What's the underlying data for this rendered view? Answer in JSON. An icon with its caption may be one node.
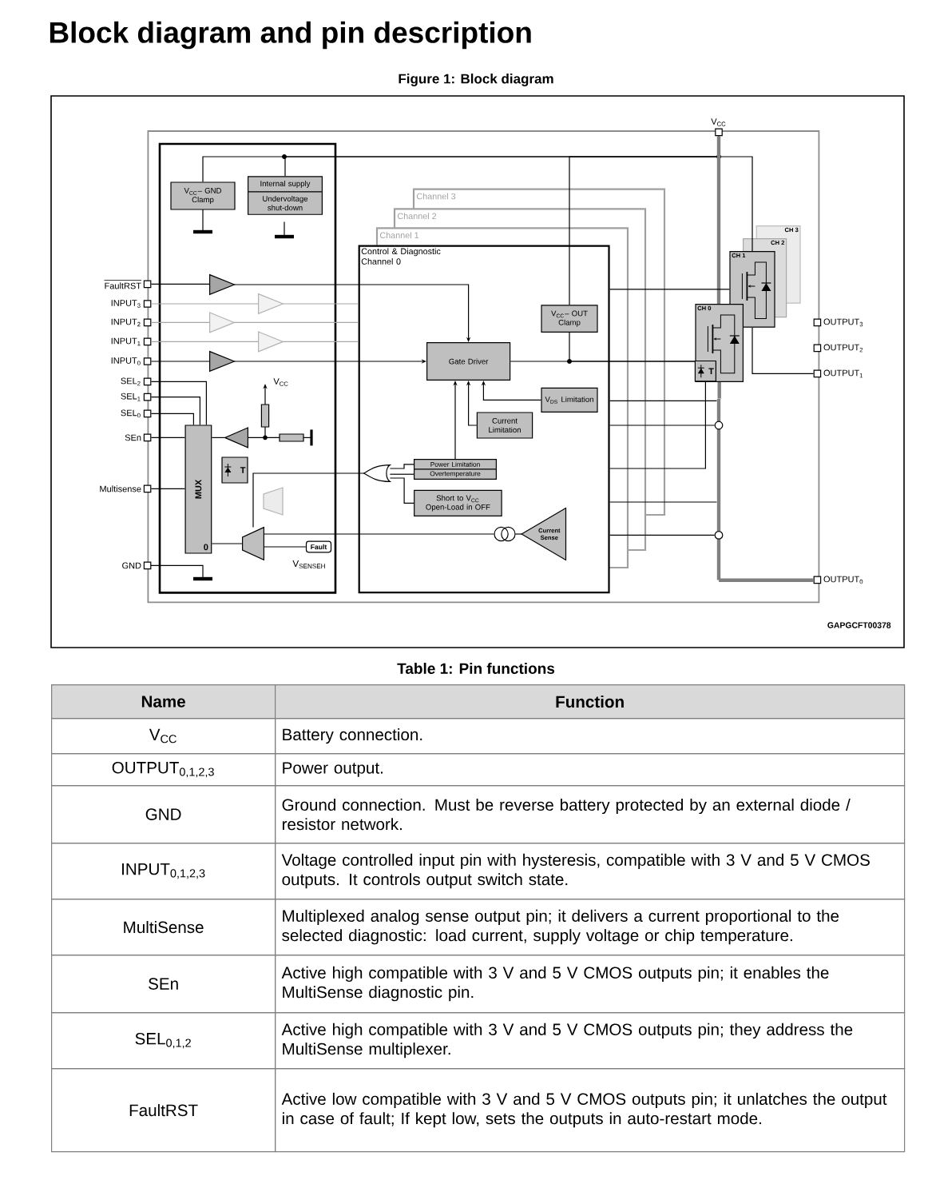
{
  "diagram": {
    "title": "Block diagram and pin description",
    "nodes": [
      {
        "text": [
          "V$_{CC}$– GND Clamp"
        ]
      },
      {
        "text": [
          "Internal supply",
          "Undervoltage shut-down"
        ]
      },
      {
        "text": [
          "Control & Diagnostic Channel 0"
        ]
      },
      {
        "text": [
          "Gate Driver"
        ],
        "in": 2
      },
      {
        "text": [
          "V$_{CC}$– OUT Clamp"
        ],
        "in": 2
      },
      {
        "text": [
          "V$_{DS}$ Limitation"
        ],
        "in": 2
      },
      {
        "text": [
          "Current Limitation"
        ],
        "in": 2
      },
      {
        "text": [
          "Power Limitation"
        ],
        "in": 2
      },
      {
        "text": [
          "Overtemperature"
        ],
        "in": 2
      },
      {
        "text": [
          "Short to V$_{CC}$ Open-Load in OFF"
        ],
        "in": 2
      },
      {
        "text": [
          "Current Sense"
        ],
        "in": 2
      },
      {
        "text": [
          "MUX",
          "0"
        ]
      },
      {
        "text": [
          "CH 3"
        ]
      },
      {
        "text": [
          "CH 2"
        ]
      },
      {
        "text": [
          "CH 1"
        ]
      },
      {
        "text": [
          "CH 0"
        ]
      },
      {
        "text": [
          "T"
        ]
      },
      {
        "text": [
          "T"
        ],
        "in": 15
      },
      {
        "text": [
          "Fault"
        ]
      },
      {
        "text": [
          "FaultRST"
        ]
      },
      {
        "text": [
          "INPUT$_{3}$"
        ]
      },
      {
        "text": [
          "INPUT$_{2}$"
        ]
      },
      {
        "text": [
          "INPUT$_{1}$"
        ]
      },
      {
        "text": [
          "INPUT$_{0}$"
        ]
      },
      {
        "text": [
          "SEL$_{2}$"
        ]
      },
      {
        "text": [
          "SEL$_{1}$"
        ]
      },
      {
        "text": [
          "SEL$_{0}$"
        ]
      },
      {
        "text": [
          "SEn"
        ]
      },
      {
        "text": [
          "Multisense"
        ]
      },
      {
        "text": [
          "GND"
        ]
      },
      {
        "text": [
          "V$_{CC}$"
        ]
      },
      {
        "text": [
          "OUTPUT$_{3}$"
        ]
      },
      {
        "text": [
          "OUTPUT$_{2}$"
        ]
      },
      {
        "text": [
          "OUTPUT$_{1}$"
        ]
      },
      {
        "text": [
          "OUTPUT$_{0}$"
        ]
      },
      {
        "text": [],
        "shape": "triangle"
      },
      {
        "text": [],
        "shape": "triangle"
      },
      {
        "text": [],
        "shape": "triangle"
      },
      {
        "text": [],
        "shape": "triangle"
      },
      {
        "text": [],
        "shape": "triangle"
      },
      {
        "text": [],
        "shape": "triangle"
      },
      {
        "text": [],
        "shape": "trapezoid"
      },
      {
        "text": [],
        "shape": "gate",
        "in": 2
      },
      {
        "text": [],
        "shape": "circle",
        "in": 2
      },
      {
        "text": [],
        "shape": "bar"
      },
      {
        "text": [],
        "shape": "circle"
      },
      {
        "text": [],
        "shape": "circle"
      }
    ],
    "edges": [
      {
        "from": 19,
        "to": 35,
        "arrow": "none"
      },
      {
        "from": 35,
        "to": 3,
        "arrow": "to"
      },
      {
        "from": 20,
        "to": 36,
        "arrow": "none",
        "color": "#a6a6a6"
      },
      {
        "from": 21,
        "to": 37,
        "arrow": "none",
        "color": "#a6a6a6"
      },
      {
        "from": 22,
        "to": 38,
        "arrow": "none",
        "color": "#a6a6a6"
      },
      {
        "from": 36,
        "to": 2,
        "arrow": "none",
        "color": "#a6a6a6"
      },
      {
        "from": 37,
        "to": 2,
        "arrow": "none",
        "color": "#a6a6a6"
      },
      {
        "from": 38,
        "to": 2,
        "arrow": "none",
        "color": "#a6a6a6"
      },
      {
        "from": 23,
        "to": 39,
        "arrow": "none"
      },
      {
        "from": 39,
        "to": 3,
        "arrow": "to"
      },
      {
        "from": 24,
        "to": 11,
        "arrow": "none"
      },
      {
        "from": 25,
        "to": 11,
        "arrow": "none"
      },
      {
        "from": 26,
        "to": 11,
        "arrow": "none"
      },
      {
        "from": 27,
        "to": 11,
        "arrow": "none"
      },
      {
        "from": 40,
        "to": 11,
        "arrow": "none"
      },
      {
        "from": 28,
        "to": 11,
        "arrow": "none"
      },
      {
        "from": 30,
        "to": 1,
        "arrow": "none"
      },
      {
        "from": 30,
        "to": 0,
        "arrow": "none"
      },
      {
        "from": 30,
        "to": 4,
        "arrow": "none"
      },
      {
        "from": 30,
        "to": 14,
        "arrow": "none"
      },
      {
        "from": 30,
        "to": 15,
        "arrow": "none",
        "style": "thick",
        "color": "#808080"
      },
      {
        "from": 3,
        "to": 15,
        "arrow": "none"
      },
      {
        "from": 4,
        "to": 15,
        "arrow": "none"
      },
      {
        "from": 5,
        "to": 3,
        "arrow": "to"
      },
      {
        "from": 6,
        "to": 3,
        "arrow": "to"
      },
      {
        "from": 7,
        "to": 3,
        "arrow": "to"
      },
      {
        "from": 7,
        "to": 42,
        "arrow": "none"
      },
      {
        "from": 8,
        "to": 42,
        "arrow": "none"
      },
      {
        "from": 9,
        "to": 42,
        "arrow": "none"
      },
      {
        "from": 42,
        "to": 41,
        "arrow": "none"
      },
      {
        "from": 10,
        "to": 43,
        "arrow": "none"
      },
      {
        "from": 43,
        "to": 41,
        "arrow": "none"
      },
      {
        "from": 41,
        "to": 11,
        "arrow": "none"
      },
      {
        "from": 18,
        "to": 41,
        "arrow": "none"
      },
      {
        "from": 2,
        "to": 14,
        "arrow": "none"
      },
      {
        "from": 14,
        "to": 33,
        "arrow": "none"
      },
      {
        "from": 15,
        "to": 44,
        "arrow": "none",
        "style": "thick",
        "color": "#808080"
      },
      {
        "from": 44,
        "to": 34,
        "arrow": "none",
        "style": "thick",
        "color": "#808080"
      },
      {
        "from": 17,
        "to": 2,
        "arrow": "none"
      },
      {
        "from": 2,
        "to": 44,
        "arrow": "none"
      },
      {
        "from": 2,
        "to": 45,
        "arrow": "none"
      },
      {
        "from": 2,
        "to": 44,
        "arrow": "none"
      },
      {
        "from": 2,
        "to": 46,
        "arrow": "none"
      }
    ],
    "labels": [
      "Figure 1: Block diagram",
      "Channel 3",
      "Channel 2",
      "Channel 1",
      "V$_{CC}$",
      "V$_{SENSEH}$",
      "GAPGCFT00378",
      "Table 1: Pin functions",
      "Name",
      "Function",
      "V$_{CC}$",
      "Battery connection.",
      "OUTPUT$_{0,1,2,3}$",
      "Power output.",
      "GND",
      "Ground connection. Must be reverse battery protected by an external diode / resistor network.",
      "INPUT$_{0,1,2,3}$",
      "Voltage controlled input pin with hysteresis, compatible with 3 V and 5 V CMOS outputs. It controls output switch state.",
      "MultiSense",
      "Multiplexed analog sense output pin; it delivers a current proportional to the selected diagnostic: load current, supply voltage or chip temperature.",
      "SEn",
      "Active high compatible with 3 V and 5 V CMOS outputs pin; it enables the MultiSense diagnostic pin.",
      "SEL$_{0,1,2}$",
      "Active high compatible with 3 V and 5 V CMOS outputs pin; they address the MultiSense multiplexer.",
      "FaultRST",
      "Active low compatible with 3 V and 5 V CMOS outputs pin; it unlatches the output in case of fault; If kept low, sets the outputs in auto-restart mode."
    ]
  }
}
